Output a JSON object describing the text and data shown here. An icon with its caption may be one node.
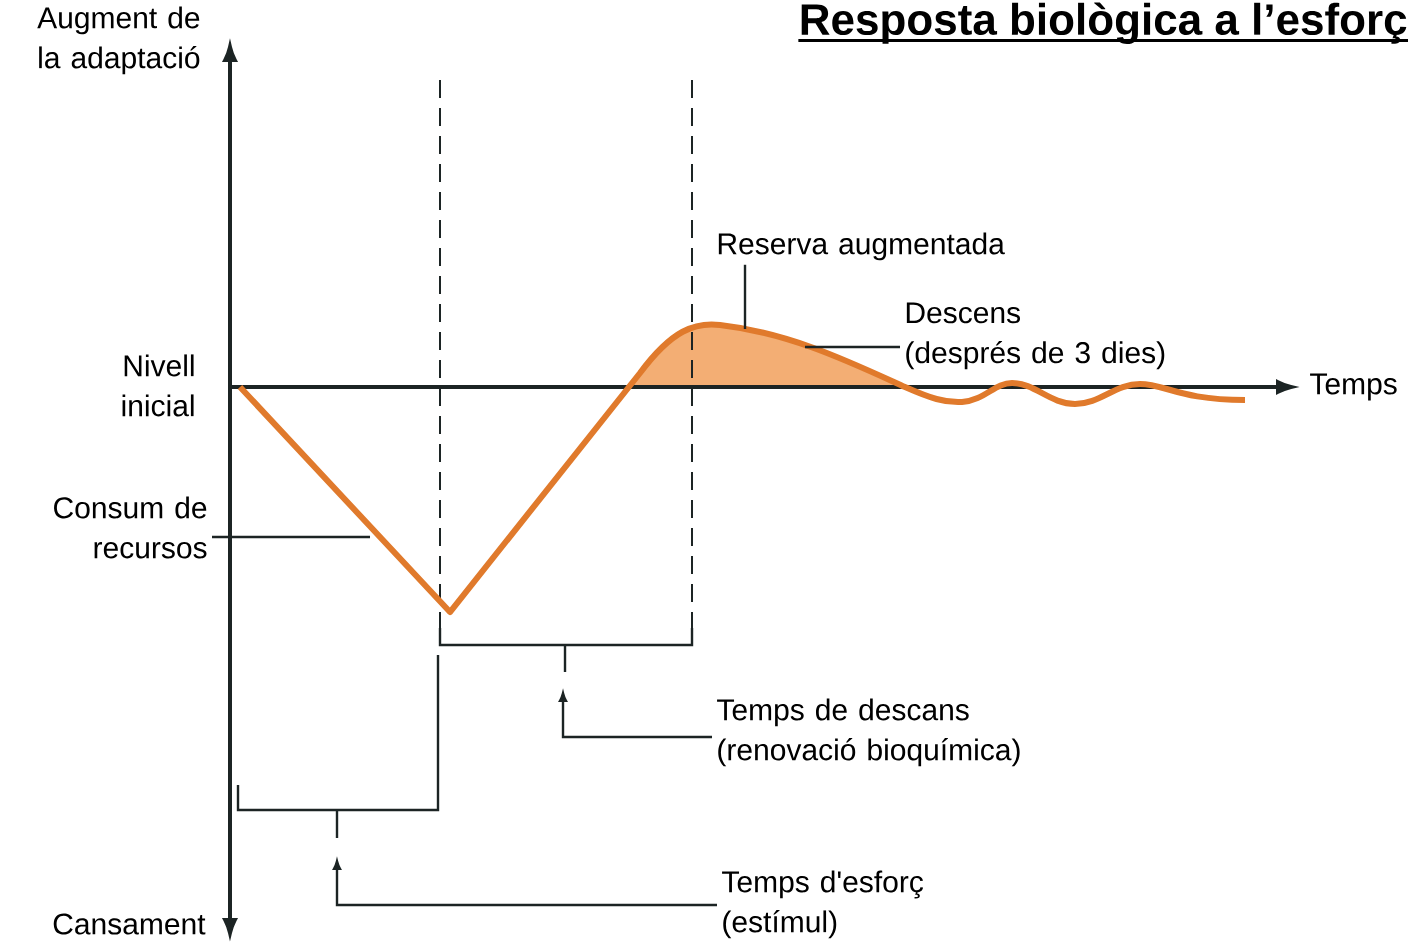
{
  "diagram": {
    "title": "Resposta biològica a l’esforç",
    "nodes": [
      {
        "text": [
          "Reserva augmentada"
        ]
      },
      {
        "text": [
          "Descens (després de 3 dies)"
        ]
      },
      {
        "text": [
          "Consum de recursos"
        ]
      },
      {
        "text": [
          "Temps de descans (renovació bioquímica)"
        ]
      },
      {
        "text": [
          "Temps d'esforç (estímul)"
        ]
      },
      {
        "text": [],
        "shape": "curve"
      }
    ],
    "edges": [
      {
        "from": 0,
        "to": 5,
        "arrow": "none"
      },
      {
        "from": 1,
        "to": 5,
        "arrow": "none"
      },
      {
        "from": 2,
        "to": 5,
        "arrow": "none"
      },
      {
        "from": 3,
        "to": null,
        "arrow": "to"
      },
      {
        "from": 4,
        "to": null,
        "arrow": "to"
      }
    ],
    "labels": [
      "Augment de la adaptació",
      "Nivell inicial",
      "Temps",
      "Cansament"
    ]
  }
}
